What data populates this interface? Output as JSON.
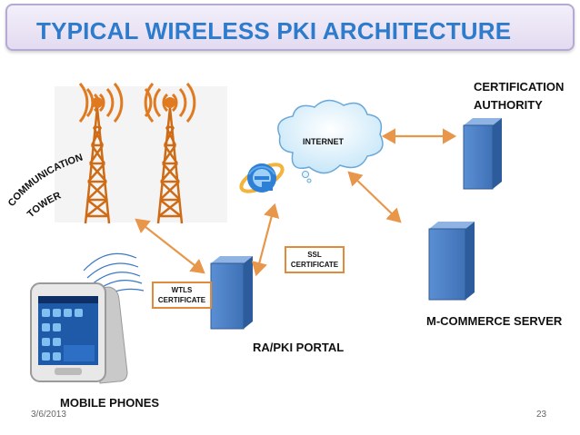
{
  "slide": {
    "title": "TYPICAL  WIRELESS PKI ARCHITECTURE",
    "date": "3/6/2013",
    "page_number": "23"
  },
  "nodes": {
    "tower_label": "COMMUNICATIONS\nTOWER",
    "internet": "INTERNET",
    "certification_authority": "CERTIFICATION\nAUTHORITY",
    "mcommerce_server": "M-COMMERCE SERVER",
    "ra_pki_portal": "RA/PKI PORTAL",
    "mobile_phones": "MOBILE PHONES",
    "wtls_certificate": "WTLS\nCERTIFICATE",
    "ssl_certificate": "SSL\nCERTIFICATE"
  },
  "icons": [
    "radio-tower-icon",
    "internet-explorer-icon",
    "cloud-icon",
    "server-icon",
    "mobile-phone-icon"
  ],
  "colors": {
    "title": "#2c7bcd",
    "arrow": "#e8964a",
    "server": "#4a7fc4",
    "tower": "#e0802a"
  }
}
